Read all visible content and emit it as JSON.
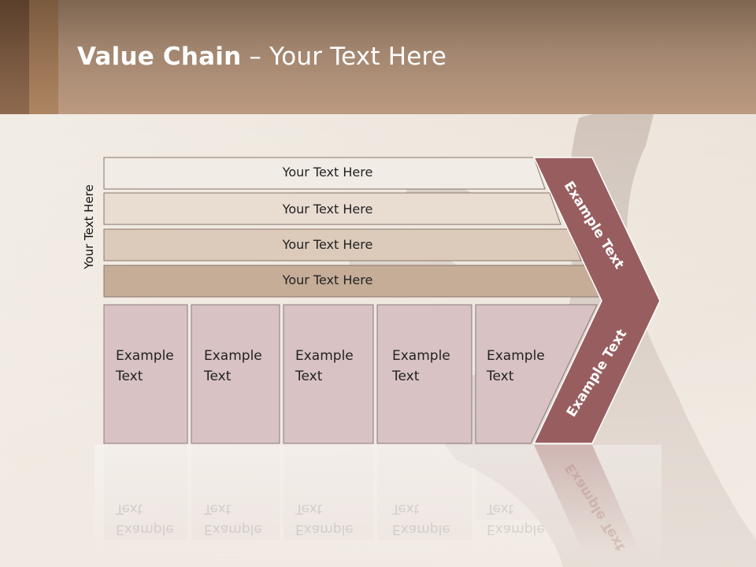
{
  "title": {
    "bold": "Value Chain",
    "rest": " – Your Text Here"
  },
  "side_label": "Your Text Here",
  "rows": [
    {
      "label": "Your Text Here"
    },
    {
      "label": "Your Text Here"
    },
    {
      "label": "Your Text Here"
    },
    {
      "label": "Your Text Here"
    }
  ],
  "boxes": [
    {
      "label": "Example\nText"
    },
    {
      "label": "Example\nText"
    },
    {
      "label": "Example\nText"
    },
    {
      "label": "Example\nText"
    },
    {
      "label": "Example\nText"
    }
  ],
  "chevron": {
    "top_label": "Example Text",
    "bottom_label": "Example Text"
  },
  "colors": {
    "header": "#a38670",
    "row1": "#f2ece6",
    "row2": "#e9ddd2",
    "row3": "#dccbbb",
    "row4": "#c6ad98",
    "box": "#d8c2c4",
    "chevron": "#985e5f"
  }
}
